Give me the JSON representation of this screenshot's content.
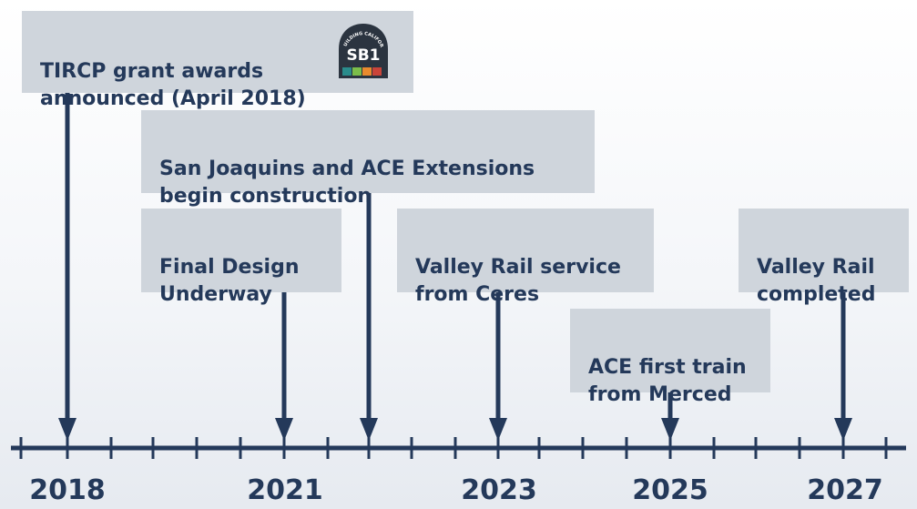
{
  "milestones": [
    {
      "id": "tircp",
      "label": "TIRCP grant awards\nannounced (April 2018)"
    },
    {
      "id": "construction",
      "label": "San Joaquins and ACE Extensions\nbegin construction"
    },
    {
      "id": "design",
      "label": "Final Design\nUnderway"
    },
    {
      "id": "ceres",
      "label": "Valley Rail service\nfrom Ceres"
    },
    {
      "id": "completed",
      "label": "Valley Rail\ncompleted"
    },
    {
      "id": "merced",
      "label": "ACE first train\nfrom Merced"
    }
  ],
  "logo": {
    "top_text": "REBUILDING CALIFORNIA",
    "badge": "SB1"
  },
  "years": [
    "2018",
    "2021",
    "2023",
    "2025",
    "2027"
  ],
  "colors": {
    "navy": "#24395a",
    "box": "#cfd5dc"
  }
}
